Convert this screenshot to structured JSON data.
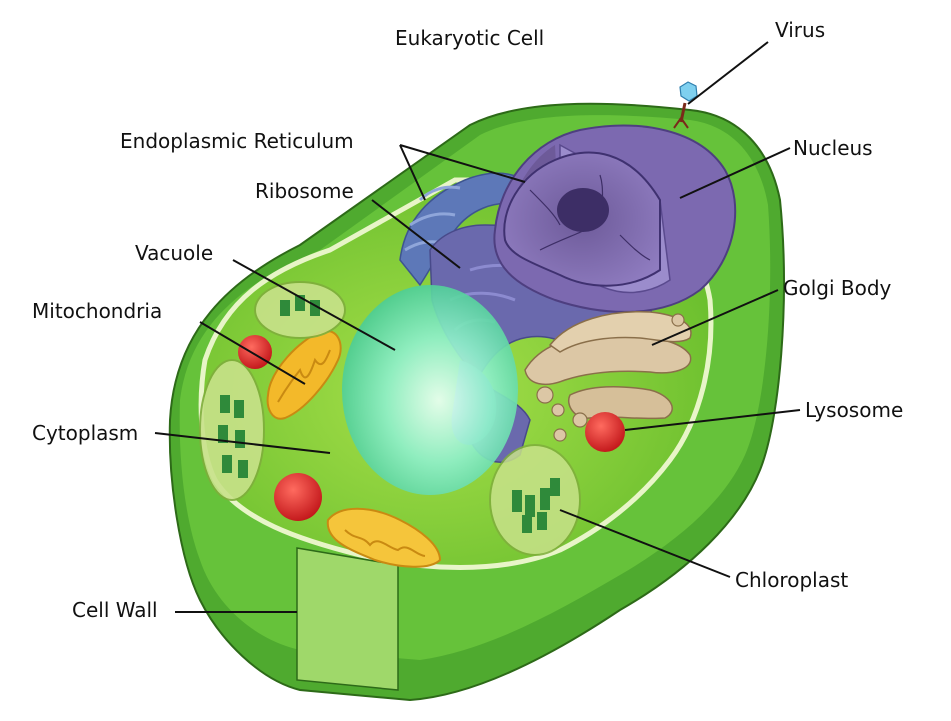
{
  "diagram": {
    "title": "Eukaryotic Cell",
    "labels": {
      "virus": "Virus",
      "endoplasmic_reticulum": "Endoplasmic Reticulum",
      "nucleus": "Nucleus",
      "ribosome": "Ribosome",
      "vacuole": "Vacuole",
      "golgi_body": "Golgi Body",
      "mitochondria": "Mitochondria",
      "lysosome": "Lysosome",
      "cytoplasm": "Cytoplasm",
      "chloroplast": "Chloroplast",
      "cell_wall": "Cell Wall"
    }
  },
  "colors": {
    "cell_wall": "#5fb83a",
    "cell_wall_dark": "#3d7f22",
    "cytoplasm": "#8fd13f",
    "vacuole": "#9ff0c8",
    "nucleus": "#8f7cc0",
    "er": "#5d6fb0",
    "golgi": "#d9c3a0",
    "lysosome": "#d9262b",
    "mitochondria": "#f3b92a",
    "chloroplast": "#2f8a3a"
  }
}
